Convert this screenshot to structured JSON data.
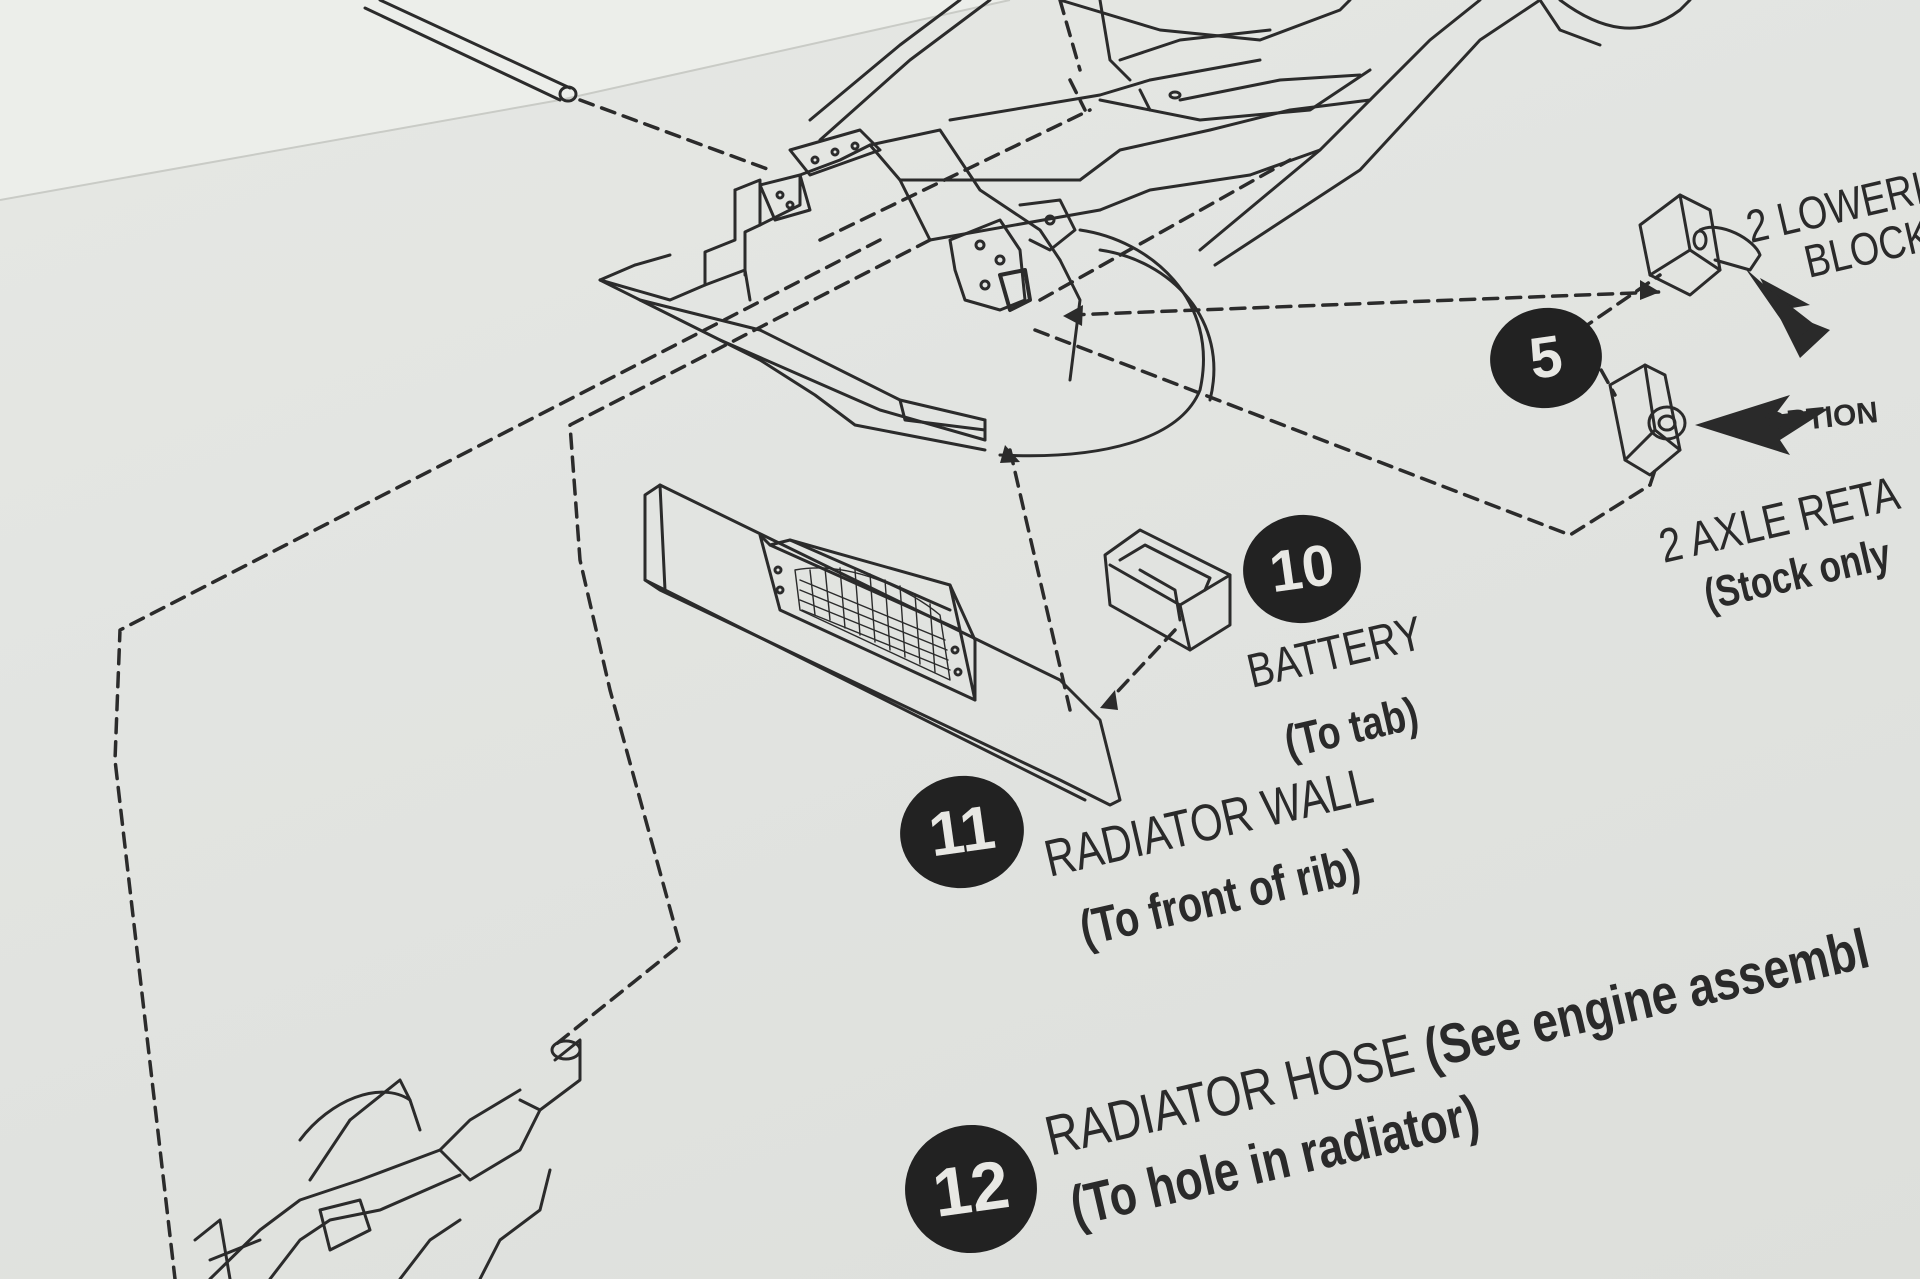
{
  "parts": {
    "p10": {
      "number": "10",
      "name": "BATTERY",
      "note": "(To tab)"
    },
    "p11": {
      "number": "11",
      "name": "RADIATOR WALL",
      "note": "(To front of rib)"
    },
    "p12": {
      "number": "12",
      "name": "RADIATOR HOSE",
      "extra": "(See engine assembl",
      "note": "(To hole in radiator)"
    },
    "p5": {
      "number": "5",
      "top_name_line1": "2 LOWERI",
      "top_name_line2": "BLOCK",
      "option_label": "OPTION",
      "bottom_name": "2 AXLE RETA",
      "bottom_note": "(Stock only"
    }
  },
  "colors": {
    "paper": "#e3e5e1",
    "ink": "#2a2a2a",
    "badge": "#222222"
  }
}
